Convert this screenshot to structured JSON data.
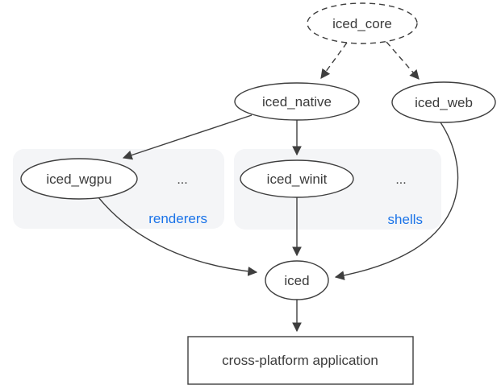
{
  "diagram": {
    "description": "iced ecosystem architecture diagram",
    "colors": {
      "background": "#ffffff",
      "stroke": "#3e3e3e",
      "text": "#3b3b3b",
      "group_background": "#f4f5f7",
      "group_label_blue": "#1a73e8"
    },
    "nodes": {
      "iced_core": {
        "label": "iced_core",
        "shape": "ellipse",
        "border": "dashed"
      },
      "iced_native": {
        "label": "iced_native",
        "shape": "ellipse",
        "border": "solid"
      },
      "iced_web": {
        "label": "iced_web",
        "shape": "ellipse",
        "border": "solid"
      },
      "iced_wgpu": {
        "label": "iced_wgpu",
        "shape": "ellipse",
        "border": "solid"
      },
      "iced_winit": {
        "label": "iced_winit",
        "shape": "ellipse",
        "border": "solid"
      },
      "iced": {
        "label": "iced",
        "shape": "ellipse",
        "border": "solid"
      },
      "app": {
        "label": "cross-platform application",
        "shape": "rectangle",
        "border": "solid"
      }
    },
    "groups": {
      "renderers": {
        "label": "renderers",
        "ellipsis": "..."
      },
      "shells": {
        "label": "shells",
        "ellipsis": "..."
      }
    },
    "edges": [
      {
        "from": "iced_core",
        "to": "iced_native",
        "style": "dashed"
      },
      {
        "from": "iced_core",
        "to": "iced_web",
        "style": "dashed"
      },
      {
        "from": "iced_native",
        "to": "iced_wgpu",
        "style": "solid"
      },
      {
        "from": "iced_native",
        "to": "iced_winit",
        "style": "solid"
      },
      {
        "from": "iced_wgpu",
        "to": "iced",
        "style": "solid"
      },
      {
        "from": "iced_winit",
        "to": "iced",
        "style": "solid"
      },
      {
        "from": "iced_web",
        "to": "iced",
        "style": "solid"
      },
      {
        "from": "iced",
        "to": "app",
        "style": "solid"
      }
    ]
  }
}
